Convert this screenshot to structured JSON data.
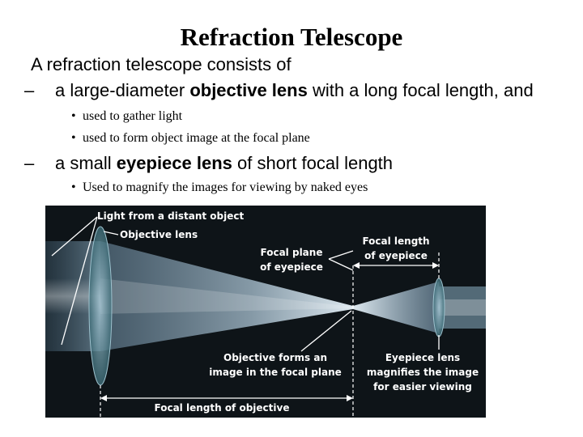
{
  "slide": {
    "title": "Refraction Telescope",
    "intro": "A refraction telescope consists of",
    "bullet1": {
      "dash": "–",
      "pre": "a large-diameter ",
      "bold": "objective lens",
      "post": " with a long focal length, and",
      "sub": [
        "used to gather light",
        "used to form object image at the focal plane"
      ]
    },
    "bullet2": {
      "dash": "–",
      "pre": "a small ",
      "bold": "eyepiece lens",
      "post": " of short focal length",
      "sub": [
        "Used to magnify the images for viewing by naked eyes"
      ]
    },
    "sub_bullet_marker": "•"
  },
  "diagram": {
    "labels": {
      "light_from_distant_object": "Light from a distant object",
      "objective_lens": "Objective lens",
      "focal_plane_line1": "Focal plane",
      "focal_plane_line2": "of eyepiece",
      "focal_length_eyepiece_line1": "Focal length",
      "focal_length_eyepiece_line2": "of eyepiece",
      "objective_forms_line1": "Objective forms an",
      "objective_forms_line2": "image in the focal plane",
      "eyepiece_lens_line1": "Eyepiece lens",
      "eyepiece_lens_line2": "magnifies the image",
      "eyepiece_lens_line3": "for easier viewing",
      "focal_length_objective": "Focal length of objective"
    }
  }
}
